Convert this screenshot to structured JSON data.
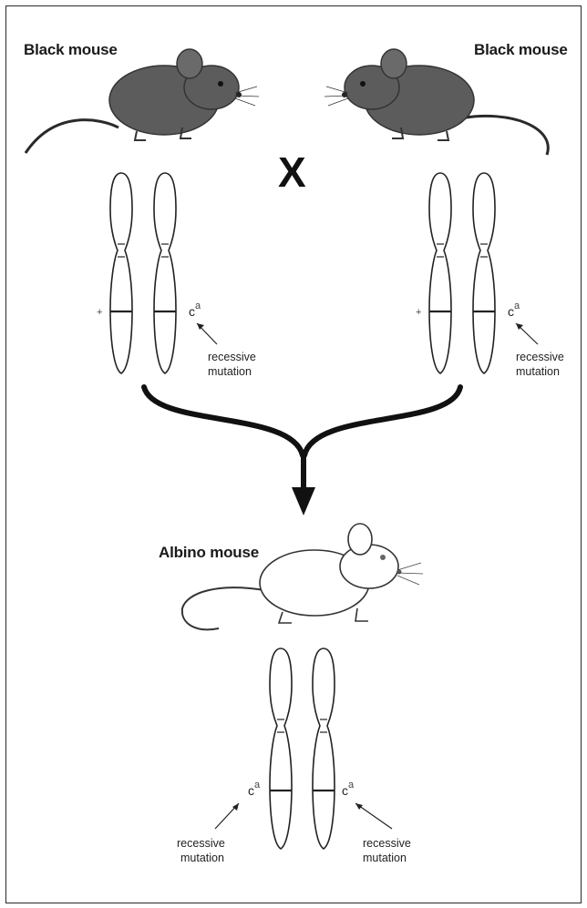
{
  "labels": {
    "parent_left": "Black mouse",
    "parent_right": "Black mouse",
    "cross_symbol": "X",
    "offspring": "Albino mouse",
    "plus_allele": "+",
    "mutant_allele": "c",
    "mutant_superscript": "a",
    "recessive_line1": "recessive",
    "recessive_line2": "mutation"
  },
  "colors": {
    "black_mouse": "#5c5c5c",
    "albino_mouse": "#ffffff",
    "outline": "#222222"
  }
}
